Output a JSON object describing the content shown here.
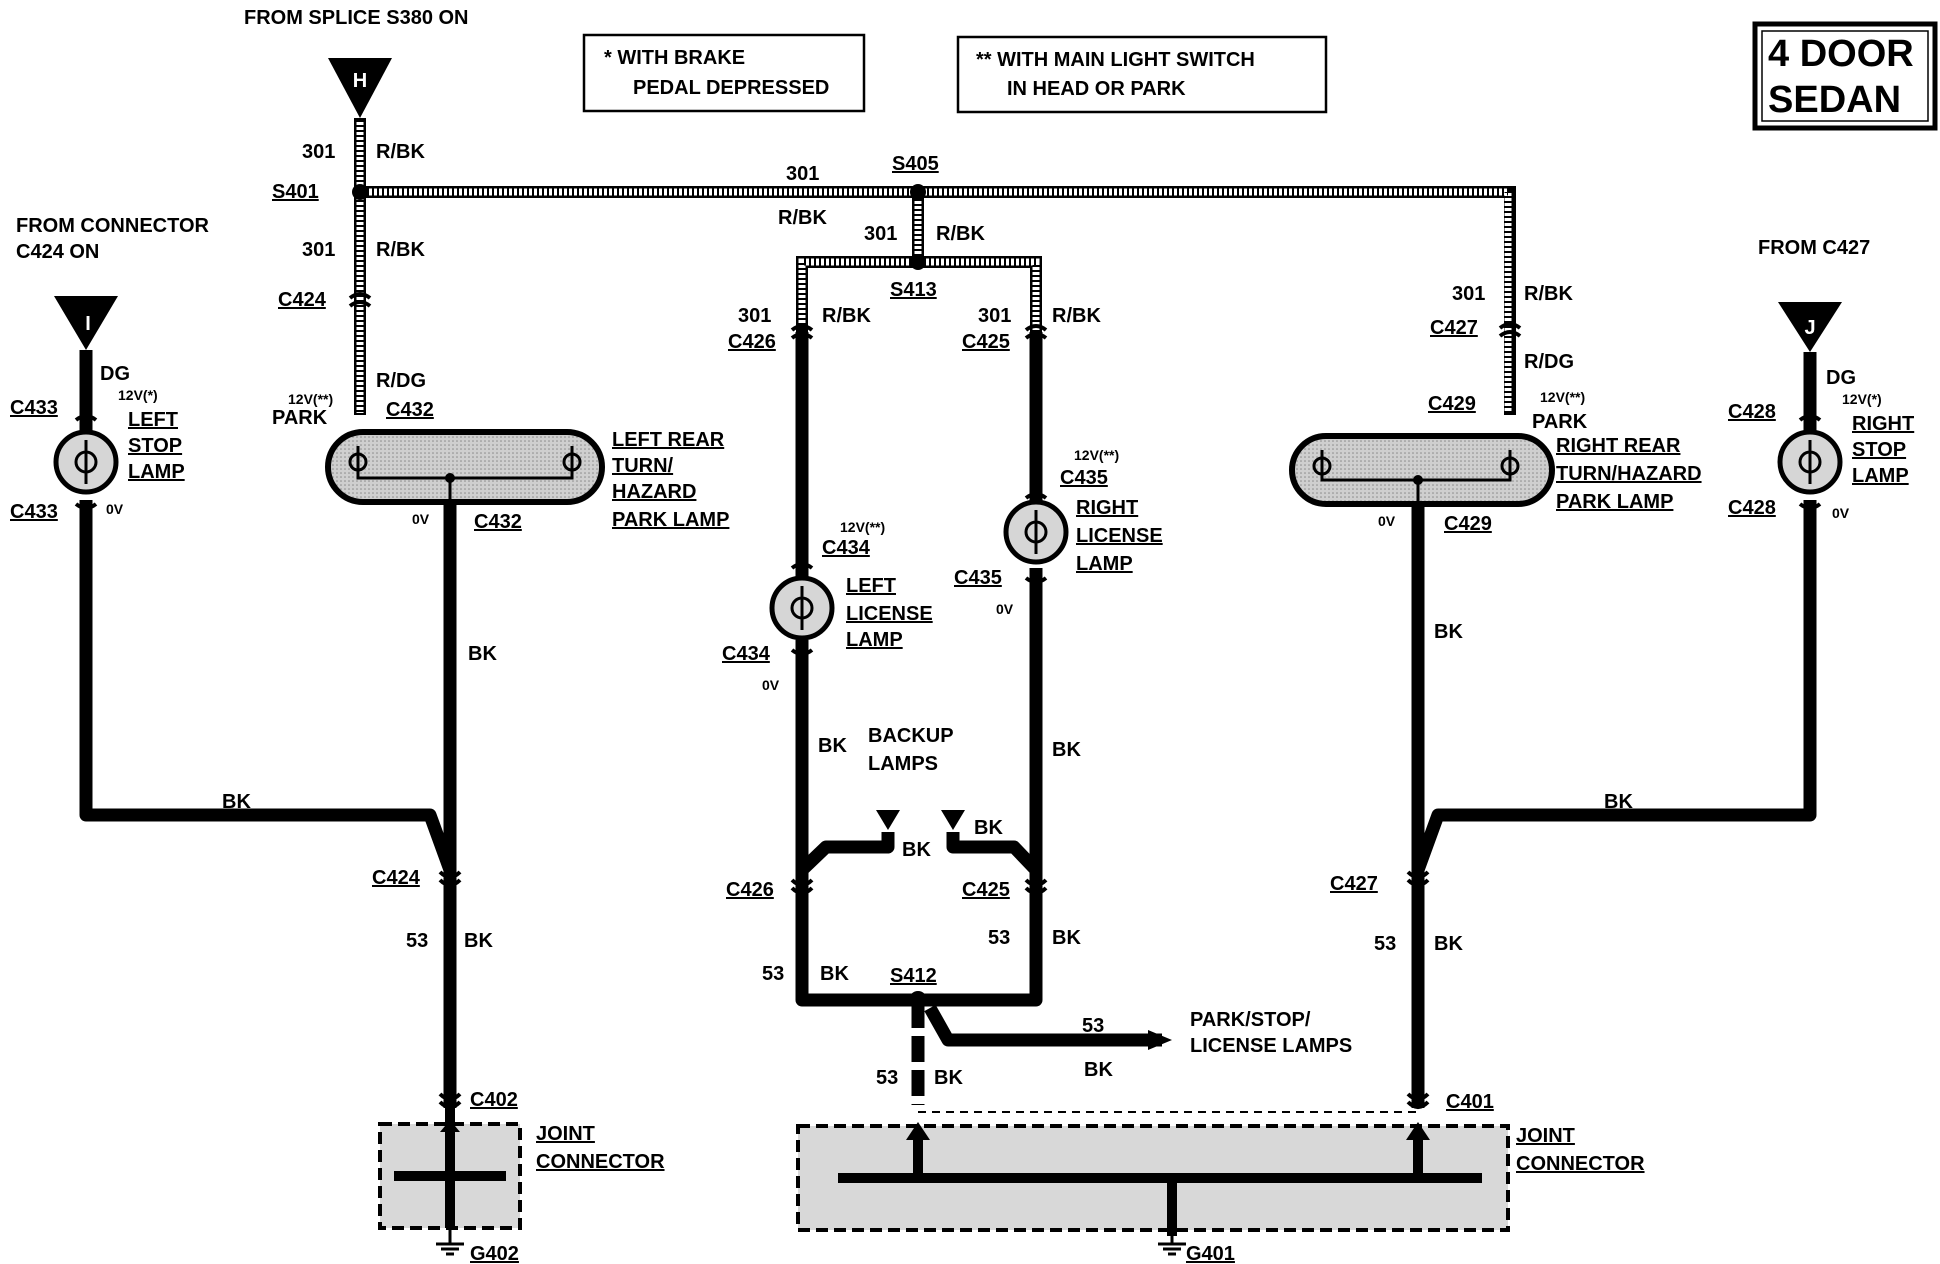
{
  "header": {
    "from_splice": "FROM SPLICE S380 ON",
    "note_brake_1": "*  WITH BRAKE",
    "note_brake_2": "PEDAL DEPRESSED",
    "note_switch_1": "** WITH MAIN LIGHT SWITCH",
    "note_switch_2": "IN HEAD OR PARK",
    "body_type_1": "4 DOOR",
    "body_type_2": "SEDAN",
    "from_connector_1": "FROM CONNECTOR",
    "from_connector_2": "C424 ON",
    "from_c427": "FROM C427"
  },
  "terminals": {
    "h": "H",
    "i": "I",
    "j": "J"
  },
  "circuits": {
    "c301": "301",
    "c53": "53"
  },
  "colors": {
    "rbk": "R/BK",
    "rdg": "R/DG",
    "dg": "DG",
    "bk": "BK"
  },
  "splices": {
    "s380": "S380",
    "s401": "S401",
    "s405": "S405",
    "s413": "S413",
    "s412": "S412"
  },
  "connectors": {
    "c424": "C424",
    "c432": "C432",
    "c433": "C433",
    "c426": "C426",
    "c425": "C425",
    "c427": "C427",
    "c429": "C429",
    "c428": "C428",
    "c434": "C434",
    "c435": "C435",
    "c402": "C402",
    "c401": "C401"
  },
  "voltages": {
    "v12_brake": "12V(*)",
    "v12_park": "12V(**)",
    "v0": "0V",
    "park": "PARK"
  },
  "lamps": {
    "left_stop_1": "LEFT",
    "left_stop_2": "STOP",
    "left_stop_3": "LAMP",
    "right_stop_1": "RIGHT",
    "right_stop_2": "STOP",
    "right_stop_3": "LAMP",
    "left_rear_1": "LEFT REAR",
    "left_rear_2": "TURN/",
    "left_rear_3": "HAZARD",
    "left_rear_4": "PARK LAMP",
    "right_rear_1": "RIGHT REAR",
    "right_rear_2": "TURN/HAZARD",
    "right_rear_3": "PARK LAMP",
    "left_lic_1": "LEFT",
    "left_lic_2": "LICENSE",
    "left_lic_3": "LAMP",
    "right_lic_1": "RIGHT",
    "right_lic_2": "LICENSE",
    "right_lic_3": "LAMP",
    "backup_1": "BACKUP",
    "backup_2": "LAMPS",
    "psl_1": "PARK/STOP/",
    "psl_2": "LICENSE LAMPS"
  },
  "joints": {
    "joint": "JOINT",
    "connector": "CONNECTOR"
  },
  "grounds": {
    "g402": "G402",
    "g401": "G401"
  }
}
